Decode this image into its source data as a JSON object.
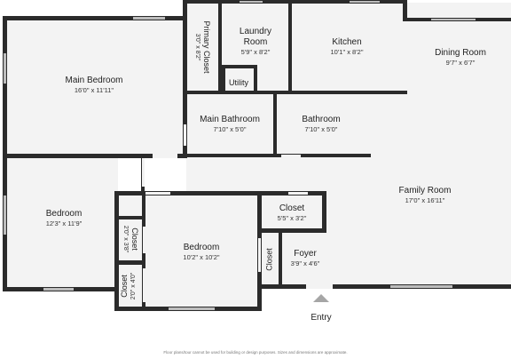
{
  "rooms": {
    "main_bedroom": {
      "name": "Main Bedroom",
      "dims": "16'0\" x 11'11\""
    },
    "primary_closet": {
      "name": "Primary Closet",
      "dims": "3'0\" x 8'2\""
    },
    "laundry": {
      "name": "Laundry Room",
      "dims": "5'9\" x 8'2\""
    },
    "utility": {
      "name": "Utility"
    },
    "kitchen": {
      "name": "Kitchen",
      "dims": "10'1\" x 8'2\""
    },
    "dining": {
      "name": "Dining Room",
      "dims": "9'7\" x 6'7\""
    },
    "main_bathroom": {
      "name": "Main Bathroom",
      "dims": "7'10\" x 5'0\""
    },
    "bathroom": {
      "name": "Bathroom",
      "dims": "7'10\" x 5'0\""
    },
    "family_room": {
      "name": "Family Room",
      "dims": "17'0\" x 16'11\""
    },
    "bedroom_left": {
      "name": "Bedroom",
      "dims": "12'3\" x 11'9\""
    },
    "closet_left_upper": {
      "name": "Closet",
      "dims": "2'0\" x 3'8\""
    },
    "closet_left_lower": {
      "name": "Closet",
      "dims": "2'0\" x 4'0\""
    },
    "bedroom_center": {
      "name": "Bedroom",
      "dims": "10'2\" x 10'2\""
    },
    "closet_center": {
      "name": "Closet",
      "dims": "5'5\" x 3'2\""
    },
    "foyer": {
      "name": "Foyer",
      "dims": "3'9\" x 4'6\""
    },
    "foyer_closet": {
      "name": "Closet"
    }
  },
  "entry_label": "Entry",
  "disclaimer": "Floor plans/tour cannot be used for building or design purposes. Sizes and dimensions are approximate.",
  "colors": {
    "wall": "#2b2b2b",
    "floor": "#f3f3f3",
    "window": "#bdbdbd",
    "arrow": "#a6a6a6"
  }
}
